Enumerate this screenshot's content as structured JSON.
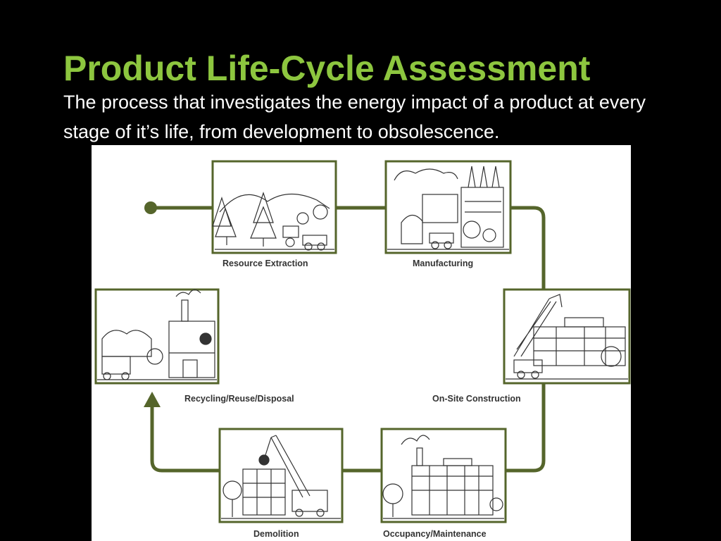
{
  "slide": {
    "title": "Product Life-Cycle Assessment",
    "subtitle": "The process that investigates the energy impact of a product  at every stage of it’s life, from development to obsolescence."
  },
  "diagram": {
    "stages": [
      {
        "label": "Resource Extraction",
        "icon": "forest-mining-icon"
      },
      {
        "label": "Manufacturing",
        "icon": "factory-icon"
      },
      {
        "label": "On-Site Construction",
        "icon": "construction-crane-icon"
      },
      {
        "label": "Occupancy/Maintenance",
        "icon": "occupied-building-icon"
      },
      {
        "label": "Demolition",
        "icon": "wrecking-ball-icon"
      },
      {
        "label": "Recycling/Reuse/Disposal",
        "icon": "recycling-facility-icon"
      }
    ],
    "colors": {
      "flow": "#55652b",
      "title": "#8dc63f",
      "background": "#000000"
    }
  }
}
